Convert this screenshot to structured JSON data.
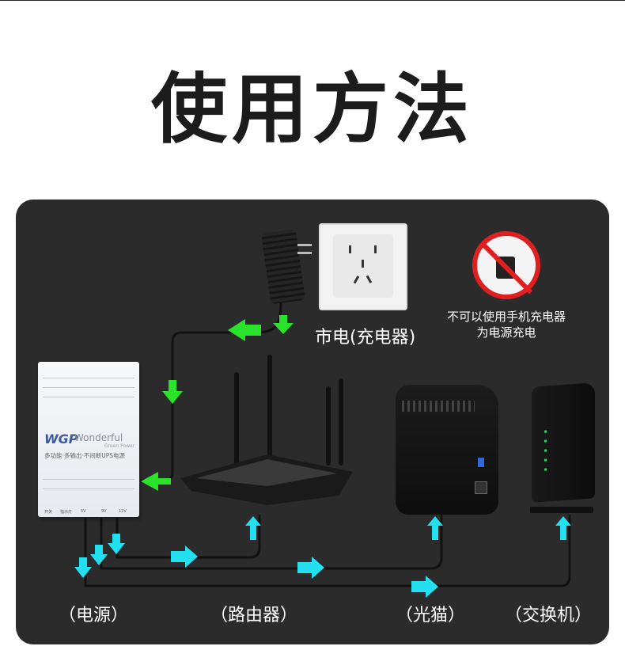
{
  "title": "使用方法",
  "labels": {
    "mains": "市电(充电器)",
    "warning_line1": "不可以使用手机充电器",
    "warning_line2": "为电源充电",
    "power": "（电源）",
    "router": "（路由器）",
    "modem": "（光猫）",
    "switch": "（交换机）"
  },
  "ups_device": {
    "brand_logo": "WGP",
    "brand_name": "Wonderful",
    "brand_sub": "Green Power",
    "tagline": "多功能·多输出·不间断UPS电源",
    "ports": [
      "开关",
      "指示灯",
      "5V",
      "9V",
      "12V"
    ]
  },
  "colors": {
    "panel_bg": "#2b2b2b",
    "arrow_green": "#2be22b",
    "arrow_cyan": "#22e0f0",
    "prohibit_red": "#e02020"
  },
  "icons": [
    "prohibited-charger-icon",
    "flow-arrow-icon"
  ]
}
